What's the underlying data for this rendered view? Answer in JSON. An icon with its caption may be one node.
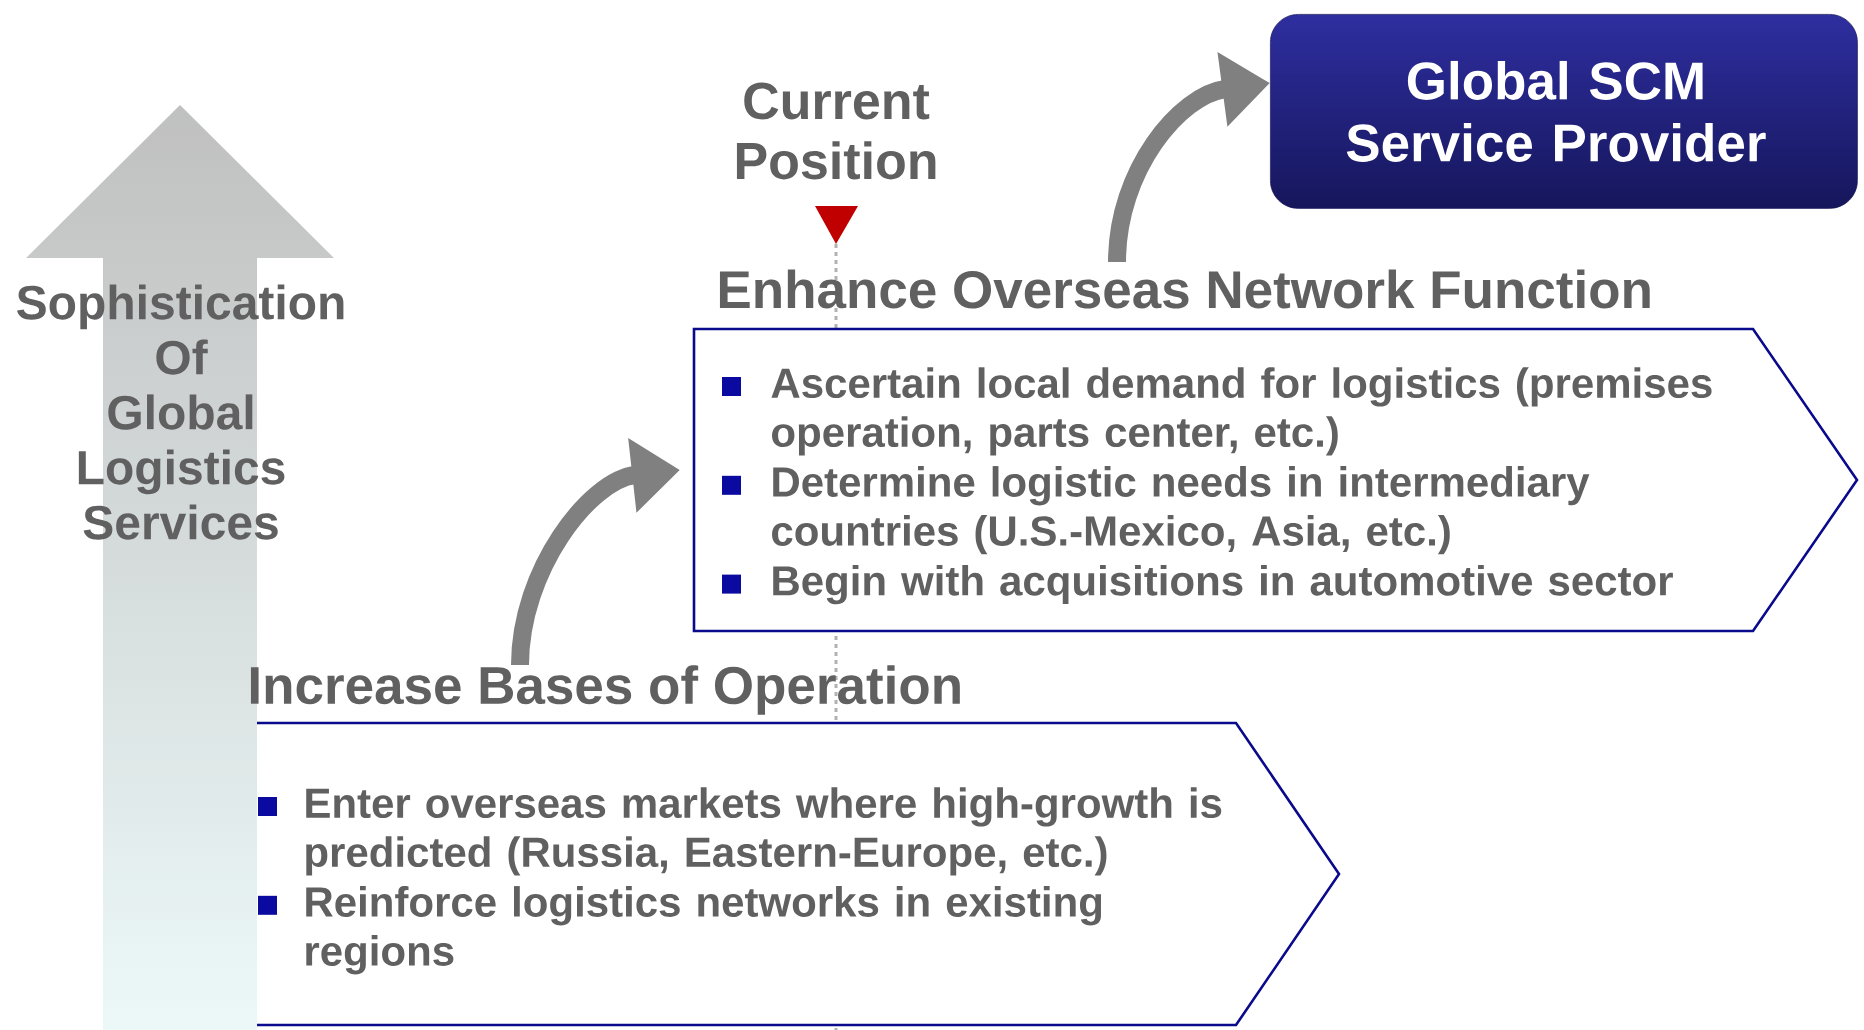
{
  "diagram": {
    "nodes": [
      {
        "text": [
          "Sophistication Of Global Logistics Services"
        ]
      },
      {
        "text": [
          "Increase Bases of Operation",
          "Enter overseas markets where high-growth is predicted (Russia, Eastern-Europe, etc.)",
          "Reinforce logistics networks in existing regions"
        ]
      },
      {
        "text": [
          "Enhance Overseas Network Function",
          "Ascertain local demand for logistics (premises operation, parts center, etc.)",
          "Determine logistic needs in intermediary countries (U.S.-Mexico, Asia, etc.)",
          "Begin with acquisitions in automotive sector"
        ]
      },
      {
        "text": [
          "Global SCM Service Provider"
        ]
      }
    ],
    "edges": [
      {
        "from": 1,
        "to": 2,
        "arrow": "to"
      },
      {
        "from": 2,
        "to": 3,
        "arrow": "to"
      }
    ],
    "labels": [
      "Current Position"
    ]
  }
}
